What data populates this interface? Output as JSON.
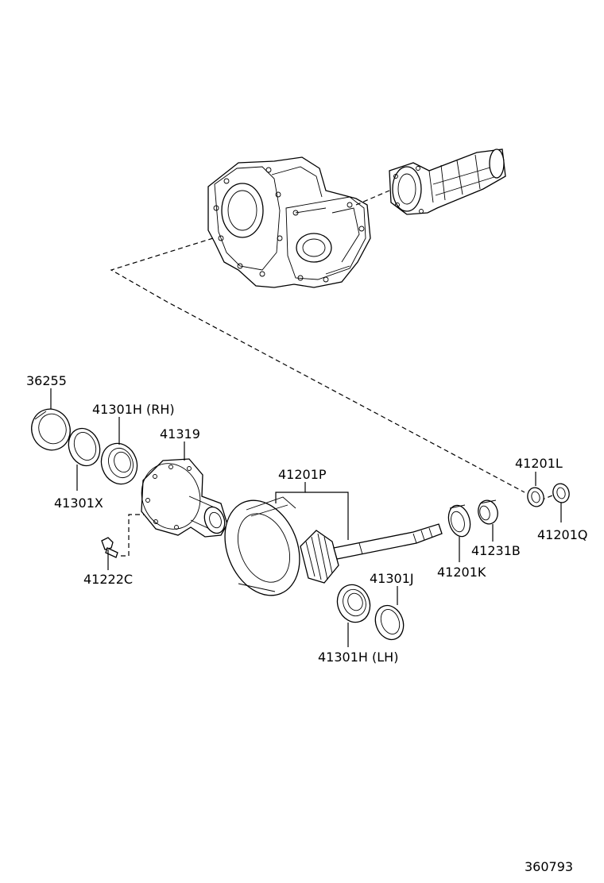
{
  "diagram": {
    "figure_number": "360793",
    "callouts": {
      "p36255": "36255",
      "p41301h_rh": "41301H (RH)",
      "p41319": "41319",
      "p41301x": "41301X",
      "p41222c": "41222C",
      "p41201p": "41201P",
      "p41201l": "41201L",
      "p41201q": "41201Q",
      "p41231b": "41231B",
      "p41201k": "41201K",
      "p41301j": "41301J",
      "p41301h_lh": "41301H (LH)"
    }
  }
}
